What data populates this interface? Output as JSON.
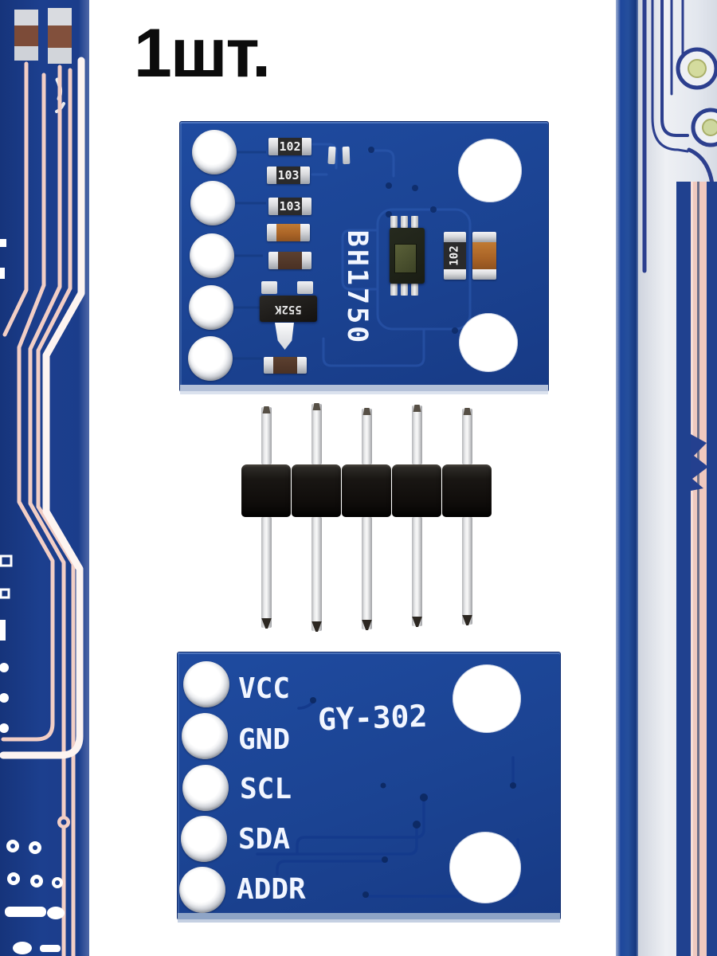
{
  "page": {
    "quantity_label": "1шт."
  },
  "colors": {
    "background": "#ffffff",
    "board_blue": "#1b4392",
    "strip_blue": "#1b3e8d",
    "trace_pink": "#f2cec5",
    "silkscreen_white": "#f2f6ff",
    "header_black": "#100d0b",
    "pin_silver": "#ebeced"
  },
  "top_board": {
    "silkscreen_label": "BH1750",
    "resistors": [
      {
        "label": "102"
      },
      {
        "label": "103"
      },
      {
        "label": "103"
      }
    ],
    "side_resistor": {
      "label": "102"
    },
    "transistor": {
      "marking": "552K"
    },
    "pin_hole_count": "5"
  },
  "pin_header": {
    "pin_count": "5"
  },
  "bottom_board": {
    "silkscreen_label": "GY-302",
    "pin_labels": [
      "VCC",
      "GND",
      "SCL",
      "SDA",
      "ADDR"
    ]
  }
}
